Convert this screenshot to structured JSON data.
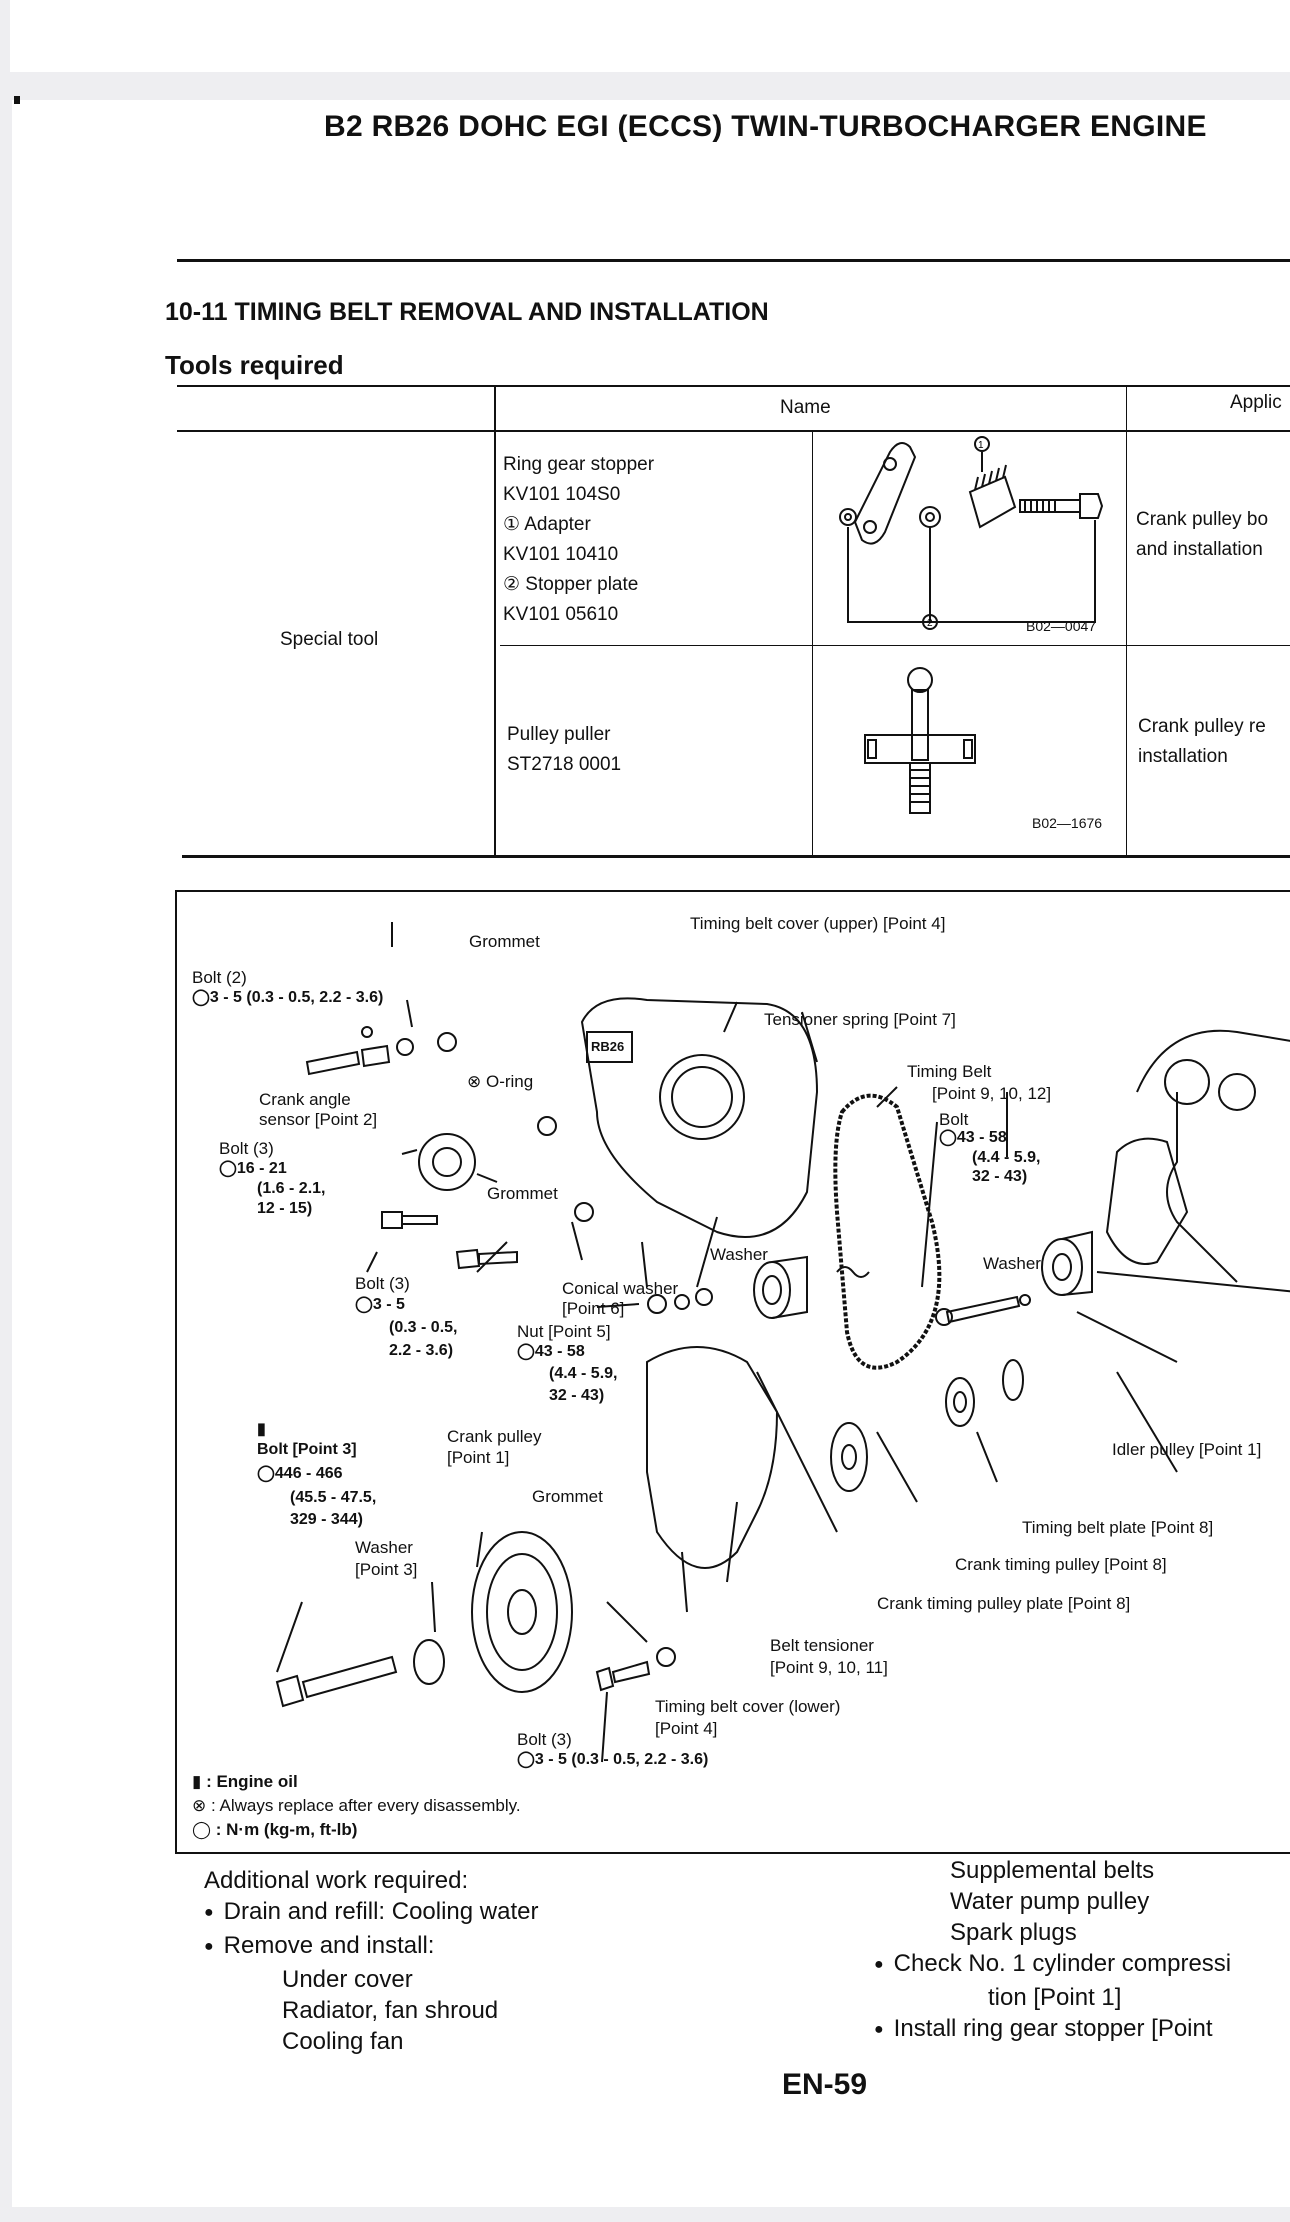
{
  "header": {
    "engine_title": "B2 RB26 DOHC EGI (ECCS) TWIN-TURBOCHARGER ENGINE"
  },
  "section": {
    "title": "10-11 TIMING BELT REMOVAL AND INSTALLATION",
    "tools_title": "Tools required"
  },
  "table": {
    "col_name": "Name",
    "col_application": "Applic",
    "category": "Special tool",
    "rows": [
      {
        "name_lines": [
          "Ring gear stopper",
          "KV101 104S0",
          "① Adapter",
          "KV101 10410",
          "② Stopper plate",
          "KV101 05610"
        ],
        "image_id": "B02—0047",
        "application_lines": [
          "Crank pulley bo",
          "and installation"
        ]
      },
      {
        "name_lines": [
          "Pulley puller",
          "ST2718 0001"
        ],
        "image_id": "B02—1676",
        "application_lines": [
          "Crank pulley re",
          "installation"
        ]
      }
    ]
  },
  "diagram": {
    "labels": {
      "grommet_top": "Grommet",
      "bolt2": "Bolt (2)",
      "bolt2_torque": "3 - 5 (0.3 - 0.5, 2.2 - 3.6)",
      "timing_cover_upper": "Timing belt cover (upper) [Point 4]",
      "tensioner_spring": "Tensioner spring [Point 7]",
      "oring": "O-ring",
      "crank_angle_sensor_1": "Crank angle",
      "crank_angle_sensor_2": "sensor [Point 2]",
      "timing_belt_1": "Timing Belt",
      "timing_belt_2": "[Point 9, 10, 12]",
      "bolt3_a": "Bolt (3)",
      "bolt3_a_torque_1": "16 - 21",
      "bolt3_a_torque_2": "(1.6 - 2.1,",
      "bolt3_a_torque_3": "12 - 15)",
      "grommet_mid": "Grommet",
      "bolt_right": "Bolt",
      "bolt_right_torque_1": "43 - 58",
      "bolt_right_torque_2": "(4.4 - 5.9,",
      "bolt_right_torque_3": "32 - 43)",
      "washer_mid": "Washer",
      "washer_right": "Washer",
      "bolt3_b": "Bolt (3)",
      "bolt3_b_torque_1": "3 - 5",
      "bolt3_b_torque_2": "(0.3 - 0.5,",
      "bolt3_b_torque_3": "2.2 - 3.6)",
      "conical_washer_1": "Conical washer",
      "conical_washer_2": "[Point 6]",
      "nut": "Nut [Point 5]",
      "nut_torque_1": "43 - 58",
      "nut_torque_2": "(4.4 - 5.9,",
      "nut_torque_3": "32 - 43)",
      "idler_pulley": "Idler pulley [Point 1]",
      "bolt_point3": "Bolt [Point 3]",
      "bolt_point3_torque_1": "446 - 466",
      "bolt_point3_torque_2": "(45.5 - 47.5,",
      "bolt_point3_torque_3": "329 - 344)",
      "crank_pulley_1": "Crank pulley",
      "crank_pulley_2": "[Point 1]",
      "grommet_low": "Grommet",
      "washer_point3_1": "Washer",
      "washer_point3_2": "[Point 3]",
      "timing_belt_plate": "Timing belt plate [Point 8]",
      "crank_timing_pulley": "Crank timing pulley [Point 8]",
      "crank_timing_pulley_plate": "Crank timing pulley plate [Point 8]",
      "belt_tensioner_1": "Belt tensioner",
      "belt_tensioner_2": "[Point 9, 10, 11]",
      "timing_cover_lower_1": "Timing belt cover (lower)",
      "timing_cover_lower_2": "[Point 4]",
      "bolt3_c": "Bolt (3)",
      "bolt3_c_torque": "3 - 5 (0.3 - 0.5, 2.2 - 3.6)",
      "cover_logo": "RB26"
    },
    "legend": [
      {
        "icon": "engine-oil-icon",
        "text": ": Engine oil"
      },
      {
        "icon": "replace-icon",
        "text": ": Always replace after every disassembly."
      },
      {
        "icon": "torque-icon",
        "text": ": N·m (kg-m, ft-lb)"
      }
    ]
  },
  "footer": {
    "left": {
      "heading": "Additional work required:",
      "bullet1": "Drain and refill: Cooling water",
      "bullet2": "Remove and install:",
      "sub": [
        "Under cover",
        "Radiator, fan shroud",
        "Cooling fan"
      ]
    },
    "right": {
      "sub": [
        "Supplemental belts",
        "Water pump pulley",
        "Spark plugs"
      ],
      "bullet1_line1": "Check No. 1 cylinder compressi",
      "bullet1_line2": "tion [Point 1]",
      "bullet2": "Install ring gear stopper [Point"
    }
  },
  "page_number": "EN-59"
}
